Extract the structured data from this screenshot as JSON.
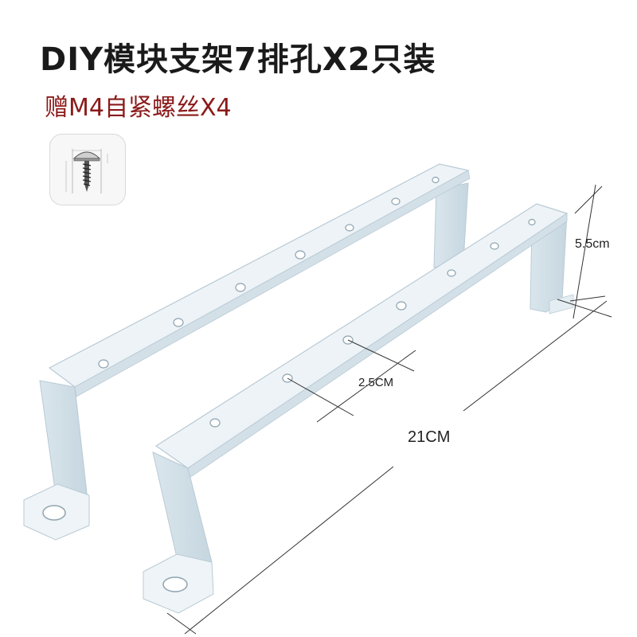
{
  "header": {
    "title": "DIY模块支架7排孔X2只装",
    "subtitle": "赠M4自紧螺丝X4"
  },
  "dimensions": {
    "height_label": "5.5cm",
    "hole_spacing_label": "2.5CM",
    "length_label": "21CM"
  },
  "colors": {
    "title": "#1a1a1a",
    "subtitle": "#8b1a1a",
    "bracket_face": "#f1f6f9",
    "bracket_side": "#dbe7ee",
    "bracket_edge": "#b9cad5"
  },
  "icons": {
    "thumbnail": "screw-diagram-icon"
  }
}
